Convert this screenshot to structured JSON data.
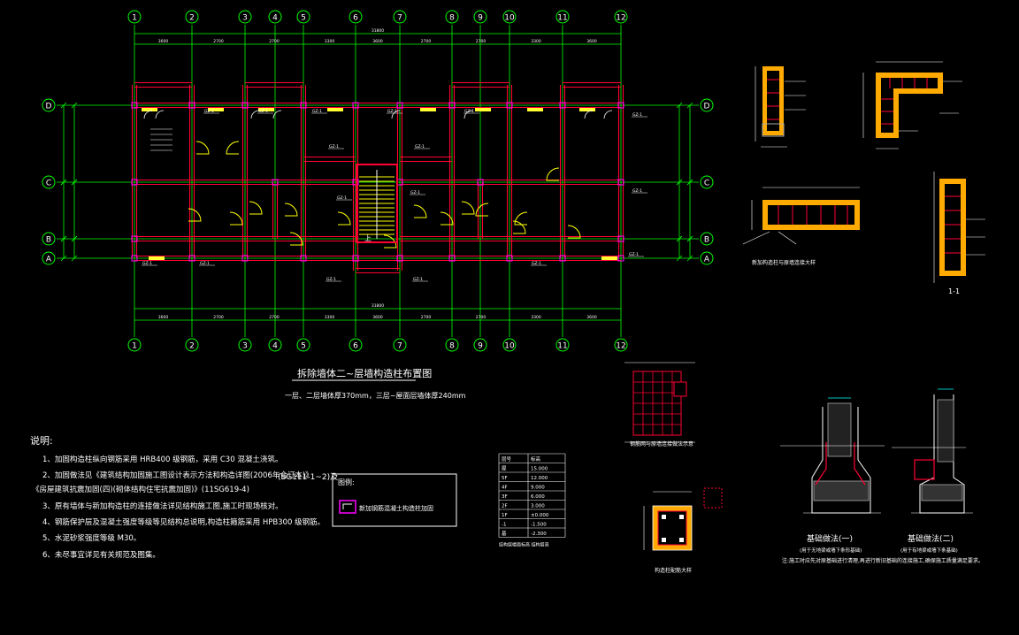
{
  "colors": {
    "background": "#000000",
    "axis_green": "#00ff00",
    "wall_red": "#ff0033",
    "wall_fill_orange": "#ffaa00",
    "yellow": "#ffff00",
    "window_yellow": "#ffff33",
    "text_white": "#ffffff",
    "magenta": "#ff00ff",
    "cyan": "#00ffff",
    "detail_gray": "#aaaaaa"
  },
  "grid_axes": {
    "columns": [
      "1",
      "2",
      "3",
      "4",
      "5",
      "6",
      "7",
      "8",
      "9",
      "10",
      "11",
      "12"
    ],
    "rows": [
      "D",
      "C",
      "B",
      "A"
    ]
  },
  "plan": {
    "title": "拆除墙体二~层墙构造柱布置图",
    "subtitle": "一层、二层墙体厚370mm，三层~屋面层墙体厚240mm",
    "column_tag": "GZ-1",
    "stair_label": "上"
  },
  "notes": {
    "heading": "说明:",
    "items": [
      "1、加固构造柱纵向钢筋采用 HRB400 级钢筋，采用 C30 混凝土浇筑。",
      "2、加固做法见《建筑结构加固施工图设计表示方法和构造详图(2006年合订本)》",
      "  《房屋建筑抗震加固(四)(砌体结构住宅抗震加固)》(11SG619-4)",
      "3、原有墙体与新加构造柱的连接做法详见结构施工图,施工时现场核对。",
      "4、钢筋保护层及混凝土强度等级等见结构总说明,构造柱箍筋采用 HPB300 级钢筋。",
      "5、水泥砂浆强度等级 M30。",
      "6、未尽事宜详见有关规范及图集。"
    ],
    "ref_code": "(SG111-1~2)及"
  },
  "legend": {
    "title": "图例:",
    "item": "新加钢筋混凝土构造柱加固"
  },
  "table": {
    "headers": [
      "层号",
      "标高"
    ],
    "rows": [
      [
        "屋",
        "15.000"
      ],
      [
        "5F",
        "12.000"
      ],
      [
        "4F",
        "9.000"
      ],
      [
        "3F",
        "6.000"
      ],
      [
        "2F",
        "3.000"
      ],
      [
        "1F",
        "±0.000"
      ],
      [
        "-1",
        "-1.500"
      ],
      [
        "基",
        "-2.300"
      ]
    ],
    "footer": "结构层楼面标高 结构层高"
  },
  "details": {
    "section_1": "1-1",
    "corner_column": "构造柱配筋大样",
    "wall_connection": "新加构造柱与原墙连接大样",
    "mesh_note": "钢筋网与原墙连接做法示意",
    "foundation_1": "基础做法(一)",
    "foundation_2": "基础做法(二)",
    "foundation_1_sub": "(用于无地梁或墙下条形基础)",
    "foundation_2_sub": "(用于有地梁或墙下条基础)",
    "foundation_note": "注:施工时应先对原基础进行清理,再进行新旧基础的连接施工,确保施工质量满足要求。"
  },
  "dimensions": {
    "total": "31800",
    "bays": [
      "3600",
      "2700",
      "2700",
      "3300",
      "3600",
      "2700",
      "2700",
      "3300",
      "3600"
    ]
  }
}
